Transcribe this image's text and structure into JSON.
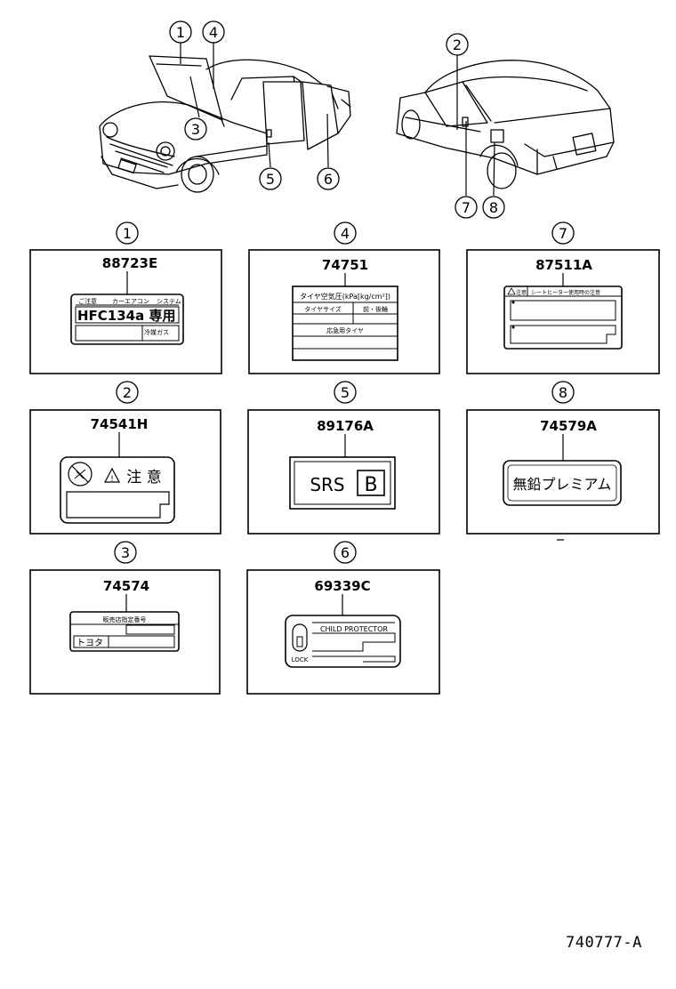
{
  "callouts": [
    "1",
    "2",
    "3",
    "4",
    "5",
    "6",
    "7",
    "8"
  ],
  "panels": [
    {
      "num": "1",
      "part": "88723E",
      "label_lines": [
        "ご注意",
        "カーエアコン",
        "システム",
        "HFC134a 専用",
        "冷媒ガス"
      ]
    },
    {
      "num": "2",
      "part": "74541H",
      "label_lines": [
        "注 意"
      ]
    },
    {
      "num": "3",
      "part": "74574",
      "label_lines": [
        "販売店指定番号",
        "トヨタ"
      ]
    },
    {
      "num": "4",
      "part": "74751",
      "label_lines": [
        "タイヤ空気圧(kPa[kg/cm²])",
        "タイヤサイズ",
        "前・後輪",
        "応急用タイヤ"
      ]
    },
    {
      "num": "5",
      "part": "89176A",
      "label_lines": [
        "SRS",
        "B"
      ]
    },
    {
      "num": "6",
      "part": "69339C",
      "label_lines": [
        "CHILD PROTECTOR",
        "LOCK"
      ]
    },
    {
      "num": "7",
      "part": "87511A",
      "label_lines": [
        "注意",
        "シートヒーター使用時の注意"
      ]
    },
    {
      "num": "8",
      "part": "74579A",
      "label_lines": [
        "無鉛プレミアム"
      ]
    }
  ],
  "catalog_number": "740777-A"
}
